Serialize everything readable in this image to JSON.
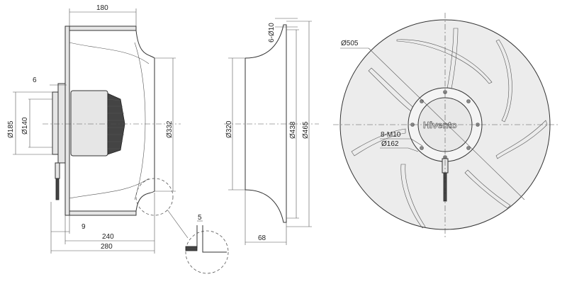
{
  "dims": {
    "w180": "180",
    "w6": "6",
    "d185": "Ø185",
    "d140": "Ø140",
    "d332": "Ø332",
    "w9": "9",
    "w240": "240",
    "w280": "280",
    "w5": "5",
    "holes": "6-Ø10",
    "d320": "Ø320",
    "d438": "Ø438",
    "d465": "Ø465",
    "w68": "68",
    "d505": "Ø505",
    "m10": "8-M10",
    "d162": "Ø162"
  },
  "brand": "Hivento"
}
